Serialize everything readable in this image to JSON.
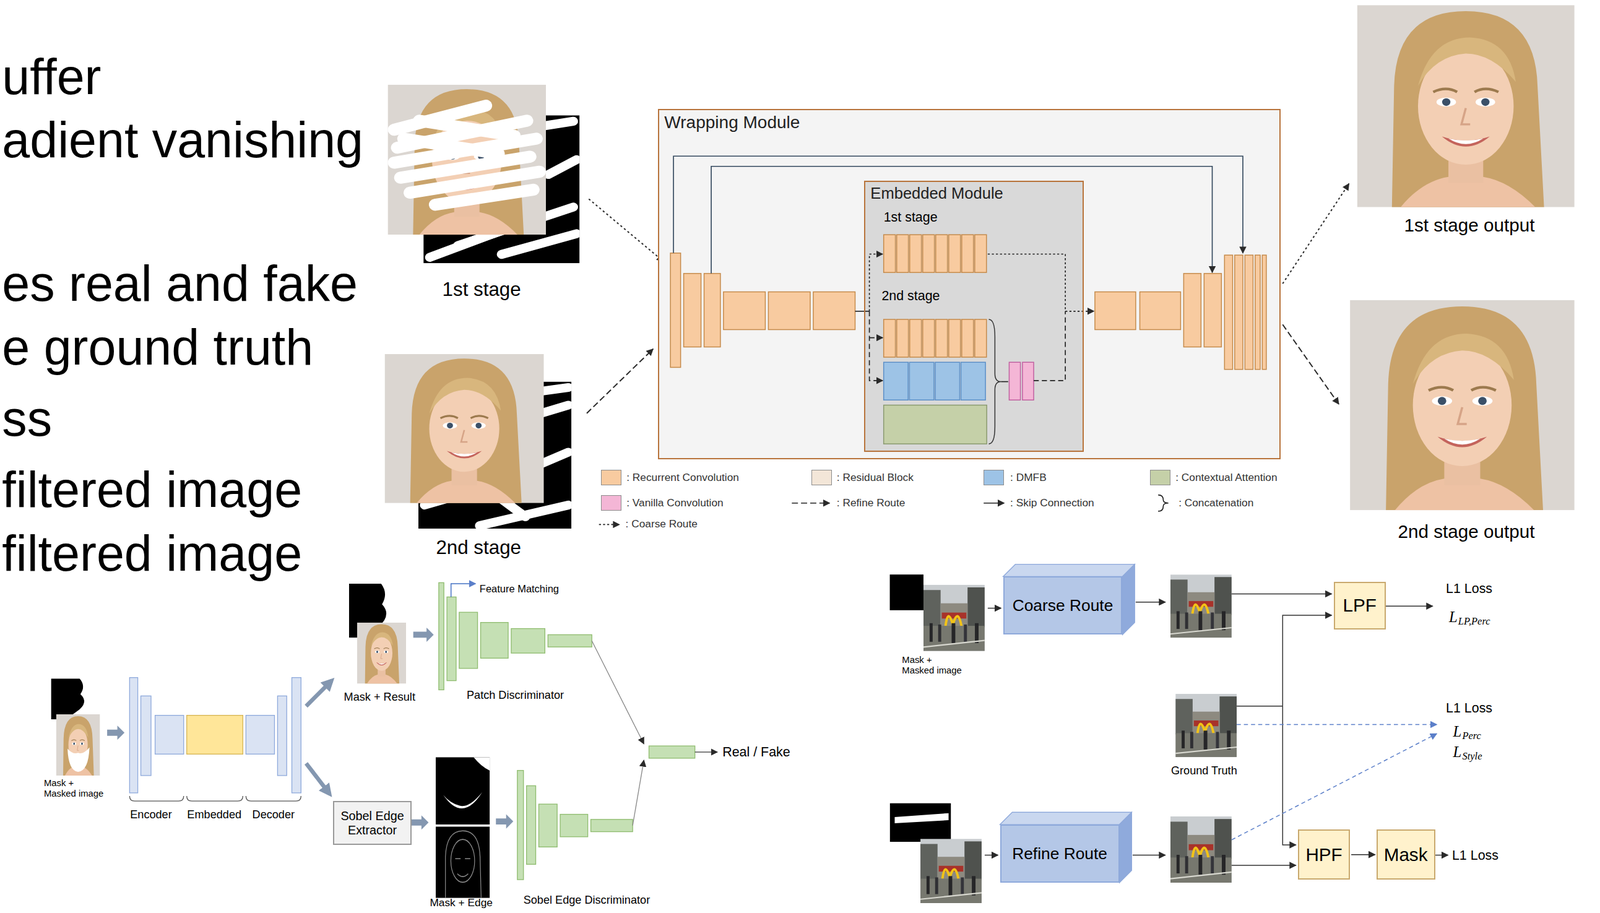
{
  "diagram": {
    "nodes": [
      {
        "text": [
          "Wrapping Module"
        ]
      },
      {
        "text": [
          "Embedded Module"
        ],
        "in": 0
      },
      {
        "text": [
          "Sobel Edge Extractor"
        ]
      },
      {
        "text": [
          "Coarse Route"
        ]
      },
      {
        "text": [
          "LPF"
        ]
      },
      {
        "text": [
          "Refine Route"
        ]
      },
      {
        "text": [
          "HPF"
        ]
      },
      {
        "text": [
          "Mask"
        ]
      }
    ],
    "edges": [
      {
        "from": 6,
        "to": 7,
        "arrow": "to"
      }
    ],
    "labels": [
      "uffer",
      "adient vanishing",
      "es real and fake",
      "e ground truth",
      "ss",
      "filtered image",
      "filtered image",
      "1st stage",
      "2nd stage",
      "1st stage",
      "2nd stage",
      "1st stage output",
      "2nd stage output",
      "Mask + Masked image",
      "Encoder",
      "Embedded",
      "Decoder",
      "Mask + Result",
      "Feature Matching",
      "Patch Discriminator",
      "Real / Fake",
      "Mask + Edge",
      "Sobel Edge Discriminator",
      "Mask + Masked image",
      "Ground Truth",
      "L1 Loss",
      "L",
      "LP,Perc",
      "L1 Loss",
      "L",
      "Perc",
      "L",
      "Style",
      "L1 Loss"
    ],
    "legend": [
      {
        "text": ": Recurrent Convolution",
        "color": "#f8cba0"
      },
      {
        "text": ": Residual Block",
        "color": "#f3e6d8"
      },
      {
        "text": ": DMFB",
        "color": "#9dc3e6"
      },
      {
        "text": ": Contextual Attention",
        "color": "#c5d0a8"
      },
      {
        "text": ": Vanilla Convolution",
        "color": "#f4b6d6"
      },
      {
        "text": ": Refine Route"
      },
      {
        "text": ": Skip Connection"
      },
      {
        "text": ": Concatenation"
      },
      {
        "text": ": Coarse Route"
      }
    ]
  }
}
